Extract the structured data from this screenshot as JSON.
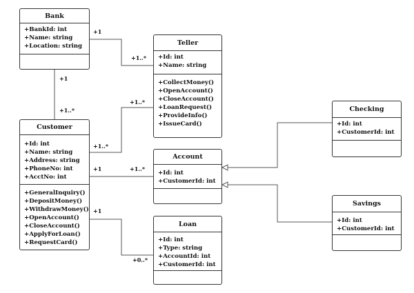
{
  "classes": {
    "bank": {
      "name": "Bank",
      "attributes": [
        "+BankId: int",
        "+Name: string",
        "+Location: string"
      ],
      "methods": []
    },
    "teller": {
      "name": "Teller",
      "attributes": [
        "+Id: int",
        "+Name: string"
      ],
      "methods": [
        "+CollectMoney()",
        "+OpenAccount()",
        "+CloseAccount()",
        "+LoanRequest()",
        "+ProvideInfo()",
        "+IssueCard()"
      ]
    },
    "customer": {
      "name": "Customer",
      "attributes": [
        "+Id: int",
        "+Name: string",
        "+Address: string",
        "+PhoneNo: int",
        "+AcctNo: int"
      ],
      "methods": [
        "+GeneralInquiry()",
        "+DepositMoney()",
        "+WithdrawMoney()",
        "+OpenAccount()",
        "+CloseAccount()",
        "+ApplyForLoan()",
        "+RequestCard()"
      ]
    },
    "account": {
      "name": "Account",
      "attributes": [
        "+Id: int",
        "+CustomerId: int"
      ],
      "methods": []
    },
    "loan": {
      "name": "Loan",
      "attributes": [
        "+Id: int",
        "+Type: string",
        "+AccountId: int",
        "+CustomerId: int"
      ],
      "methods": []
    },
    "checking": {
      "name": "Checking",
      "attributes": [
        "+Id: int",
        "+CustomerId: int"
      ],
      "methods": []
    },
    "savings": {
      "name": "Savings",
      "attributes": [
        "+Id: int",
        "+CustomerId: int"
      ],
      "methods": []
    }
  },
  "multiplicities": {
    "bank_teller_bank": "+1",
    "bank_teller_teller": "+1..*",
    "bank_customer_bank": "+1",
    "bank_customer_customer": "+1..*",
    "teller_customer_teller": "+1..*",
    "teller_customer_customer": "+1..*",
    "customer_account_customer": "+1",
    "customer_account_account": "+1..*",
    "customer_loan_customer": "+1",
    "customer_loan_loan": "+0..*"
  }
}
